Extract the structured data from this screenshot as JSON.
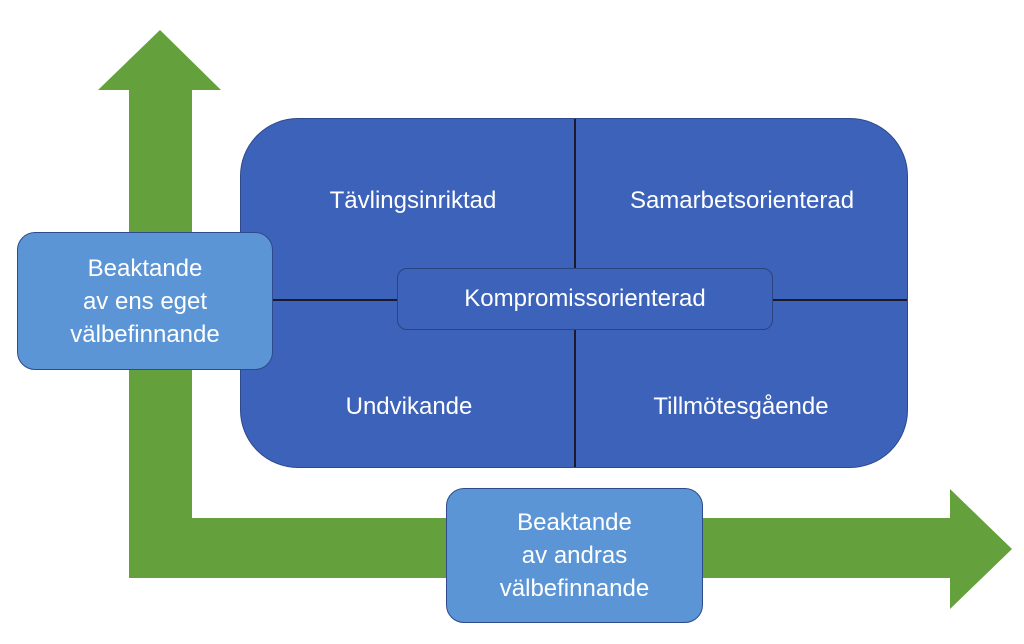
{
  "quadrants": {
    "top_left": "Tävlingsinriktad",
    "top_right": "Samarbetsorienterad",
    "bottom_left": "Undvikande",
    "bottom_right": "Tillmötesgående"
  },
  "center": {
    "label": "Kompromissorienterad"
  },
  "axes": {
    "vertical": {
      "lines": [
        "Beaktande",
        "av ens eget",
        "välbefinnande"
      ],
      "arrow_direction": "up"
    },
    "horizontal": {
      "lines": [
        "Beaktande",
        "av andras",
        "välbefinnande"
      ],
      "arrow_direction": "right"
    }
  },
  "colors": {
    "arrow": "#64a03c",
    "grid_fill": "#3d62ba",
    "axis_box_fill": "#5b95d6",
    "text": "#ffffff"
  }
}
